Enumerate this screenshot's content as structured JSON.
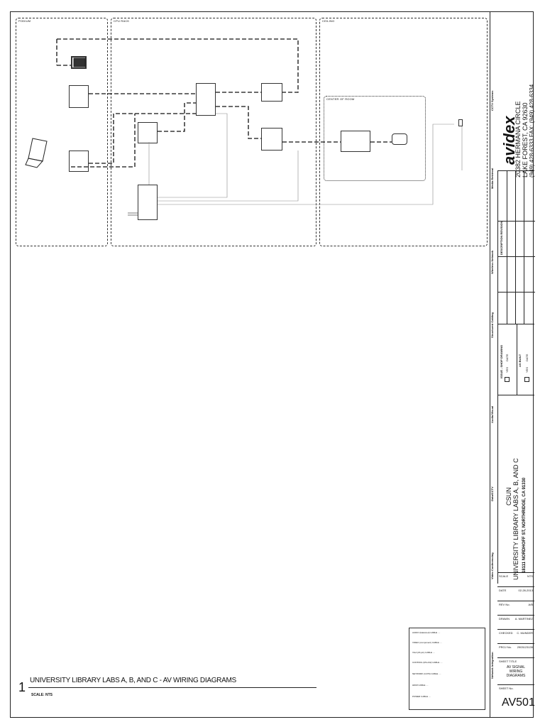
{
  "zones": {
    "podium": "PODIUM",
    "rack": "CPU RACK",
    "ceiling": "CEILING",
    "center_room": "CENTER OF ROOM"
  },
  "titleblock": {
    "company": "avidex",
    "address1": "20382 HERMANA CIRCLE",
    "address2": "LAKE FOREST, CA 92630",
    "phone": "(949) 428-6333  FAX: (949) 428-6334",
    "services": [
      "CCTV Systems",
      "Media Retrieval",
      "Wireless Network",
      "Structured Cabling",
      "Audio/Visual",
      "Data/CCTV",
      "Video Conferencing",
      "Network Integration"
    ],
    "client": "CSUN",
    "project": "UNIVERSITY LIBRARY LABS A, B, AND C",
    "project_address": "18111 NORDHOFF ST, NORTHRIDGE, CA 91330",
    "status_header": "ISSUE - SHOP DRAWING",
    "as_built": "AS BUILT",
    "yes_label": "YES",
    "date_label": "DATE",
    "revision_header": "DESCRIPTION REVISION",
    "rows": [
      {
        "label": "SCALE",
        "value": "NTS"
      },
      {
        "label": "DATE",
        "value": "02-28-2013"
      },
      {
        "label": "REV No.",
        "value": "A/B"
      },
      {
        "label": "DRAWN",
        "value": "A. MARTINEZ"
      },
      {
        "label": "CHECKED",
        "value": "C. MUNDER"
      },
      {
        "label": "PROJ No.",
        "value": "2903123139"
      }
    ],
    "sheet_title_label": "SHEET TITLE",
    "sheet_title": "AV SIGNAL WIRING DIAGRAMS",
    "sheet_no_label": "SHEET No.",
    "sheet_no": "AV501"
  },
  "legend": [
    "AUDIO (balanced) CABLE ....",
    "VIDEO (component) CABLE ....",
    "VGA (15-pin) CABLE ....",
    "CONTROL (RS-232) CABLE ....",
    "NETWORK (CAT6) CABLE ....",
    "HDMI CABLE ....",
    "POWER CABLE ...."
  ],
  "caption": {
    "number": "1",
    "title": "UNIVERSITY LIBRARY LABS A, B, AND C - AV WIRING DIAGRAMS",
    "scale": "SCALE: NTS"
  }
}
